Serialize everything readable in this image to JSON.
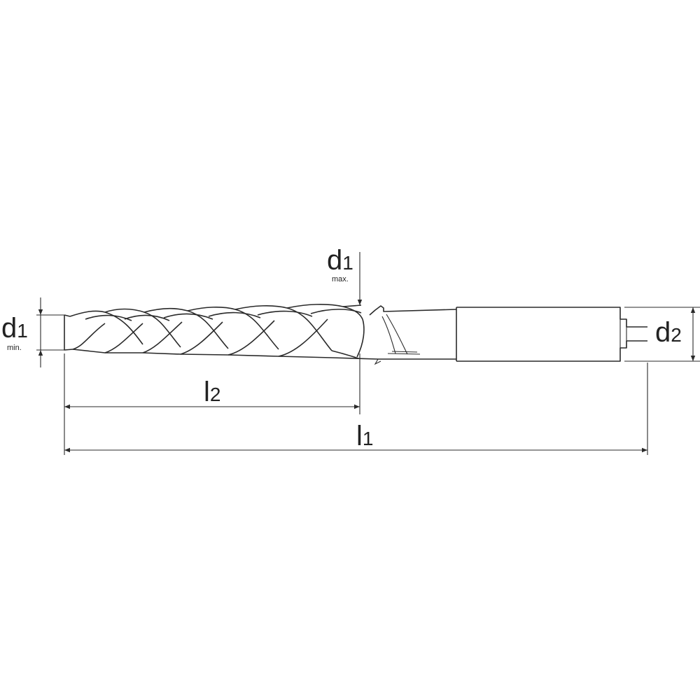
{
  "drawing": {
    "line_color": "#2a2a2a",
    "text_color": "#222222",
    "labels": {
      "d1_min": {
        "symbol": "d",
        "index": "1",
        "note": "min."
      },
      "d1_max": {
        "symbol": "d",
        "index": "1",
        "note": "max."
      },
      "d2": {
        "symbol": "d",
        "index": "2"
      },
      "l2": {
        "symbol": "l",
        "index": "2"
      },
      "l1": {
        "symbol": "l",
        "index": "1"
      }
    }
  }
}
